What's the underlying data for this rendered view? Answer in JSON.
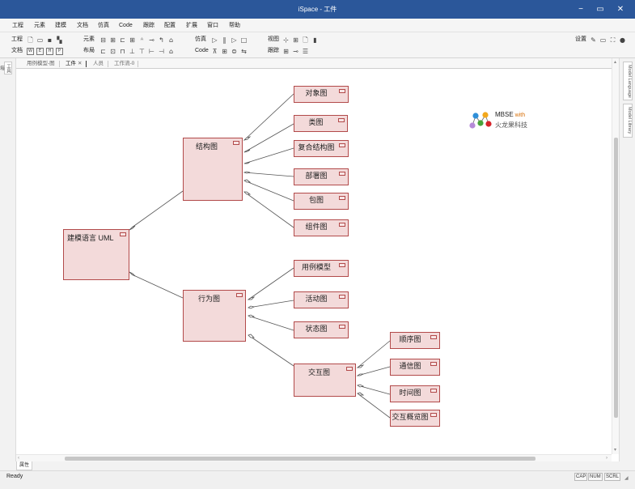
{
  "window": {
    "title": "iSpace - 工件",
    "min": "−",
    "max": "▭",
    "close": "✕"
  },
  "colors": {
    "titlebar": "#2b579a",
    "node_fill": "#f3dada",
    "node_border": "#b24a4a",
    "accent_orange": "#d8700a"
  },
  "menu": [
    "工程",
    "元素",
    "建模",
    "文档",
    "仿真",
    "Code",
    "跟踪",
    "配置",
    "扩展",
    "窗口",
    "帮助"
  ],
  "toolbar": {
    "row1": {
      "project": "工程",
      "element": "元素",
      "simulation": "仿真",
      "view": "视图"
    },
    "row2": {
      "document": "文档",
      "layout": "布局",
      "code": "Code",
      "trace": "跟踪"
    },
    "settings": "设置",
    "doc_boxes": [
      "W",
      "E",
      "H",
      "P"
    ]
  },
  "tabs": [
    {
      "label": "用例模型-图",
      "active": false
    },
    {
      "label": "工件",
      "active": true,
      "close": "✕"
    },
    {
      "label": "人员",
      "active": false
    },
    {
      "label": "工作流-0",
      "active": false
    }
  ],
  "left_panel": {
    "label": "工具箱"
  },
  "right_panel": {
    "model_language": "Model Language",
    "model_library": "Model Library"
  },
  "logo": {
    "line1": "MBSE",
    "with": "with",
    "line2": "火龙果科技",
    "dot_colors": [
      "#2f8fd8",
      "#f2a81d",
      "#49a33a",
      "#d6232a",
      "#b68ad8"
    ]
  },
  "diagram": {
    "root": "建模语言 UML",
    "structure": "结构图",
    "behavior": "行为图",
    "interaction": "交互图",
    "structure_children": [
      "对象图",
      "类图",
      "复合结构图",
      "部署图",
      "包图",
      "组件图"
    ],
    "behavior_children": [
      "用例模型",
      "活动图",
      "状态图"
    ],
    "interaction_children": [
      "顺序图",
      "通信图",
      "时间图",
      "交互概览图"
    ]
  },
  "bottom_tab": "属性",
  "status": {
    "text": "Ready",
    "cap": "CAP",
    "num": "NUM",
    "scrl": "SCRL"
  }
}
